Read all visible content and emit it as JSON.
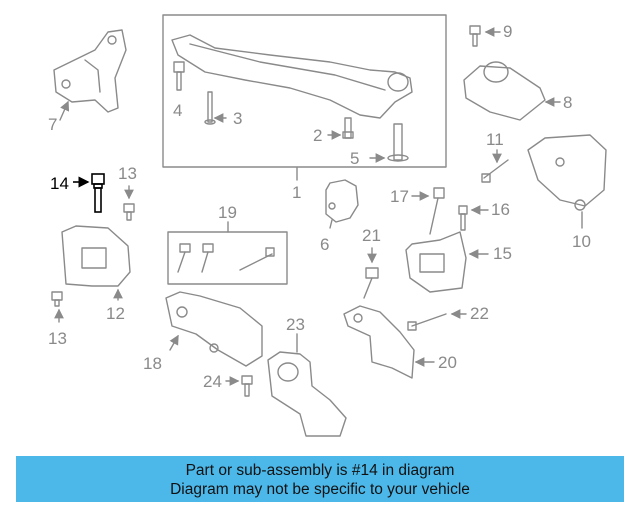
{
  "diagram": {
    "callouts": [
      "1",
      "2",
      "3",
      "4",
      "5",
      "6",
      "7",
      "8",
      "9",
      "10",
      "11",
      "12",
      "13",
      "13",
      "14",
      "15",
      "16",
      "17",
      "18",
      "19",
      "20",
      "21",
      "22",
      "23",
      "24"
    ],
    "highlighted_part": "14"
  },
  "banner": {
    "line1": "Part or sub-assembly is #14 in diagram",
    "line2": "Diagram may not be specific to your vehicle"
  },
  "colors": {
    "line": "#8a8a8a",
    "highlight": "#000000",
    "banner_bg": "#4cb8ea"
  }
}
